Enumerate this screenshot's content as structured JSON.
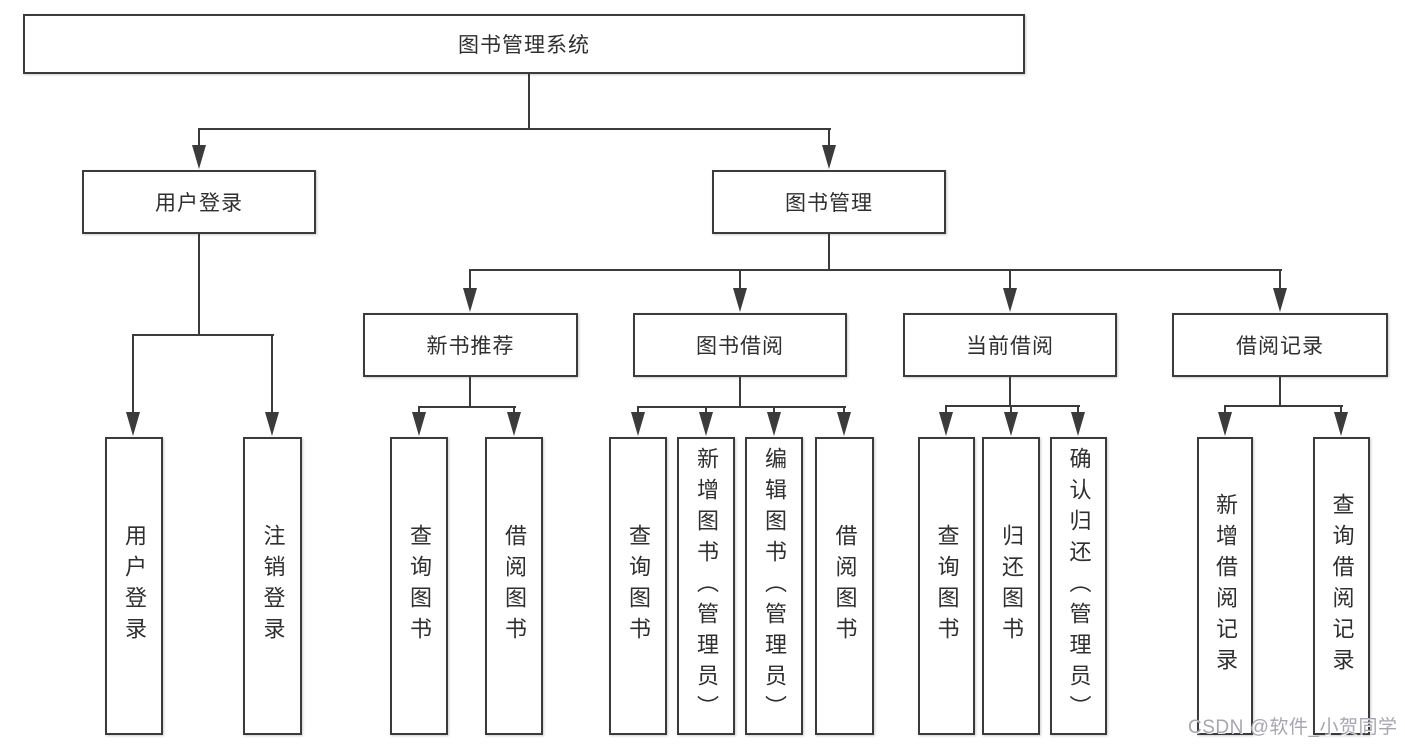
{
  "watermark": "CSDN @软件_小贺同学",
  "colors": {
    "line": "#3b3b3b",
    "box_border": "#3b3b3b",
    "box_fill": "#ffffff",
    "text": "#2f2f2f",
    "watermark": "#a6a6b0",
    "background": "#ffffff"
  },
  "tree": {
    "root": {
      "label": "图书管理系统",
      "children": [
        {
          "label": "用户登录",
          "children": [
            {
              "label": "用户登录"
            },
            {
              "label": "注销登录"
            }
          ]
        },
        {
          "label": "图书管理",
          "children": [
            {
              "label": "新书推荐",
              "children": [
                {
                  "label": "查询图书"
                },
                {
                  "label": "借阅图书"
                }
              ]
            },
            {
              "label": "图书借阅",
              "children": [
                {
                  "label": "查询图书"
                },
                {
                  "label": "新增图书（管理员）"
                },
                {
                  "label": "编辑图书（管理员）"
                },
                {
                  "label": "借阅图书"
                }
              ]
            },
            {
              "label": "当前借阅",
              "children": [
                {
                  "label": "查询图书"
                },
                {
                  "label": "归还图书"
                },
                {
                  "label": "确认归还（管理员）"
                }
              ]
            },
            {
              "label": "借阅记录",
              "children": [
                {
                  "label": "新增借阅记录"
                },
                {
                  "label": "查询借阅记录"
                }
              ]
            }
          ]
        }
      ]
    }
  }
}
